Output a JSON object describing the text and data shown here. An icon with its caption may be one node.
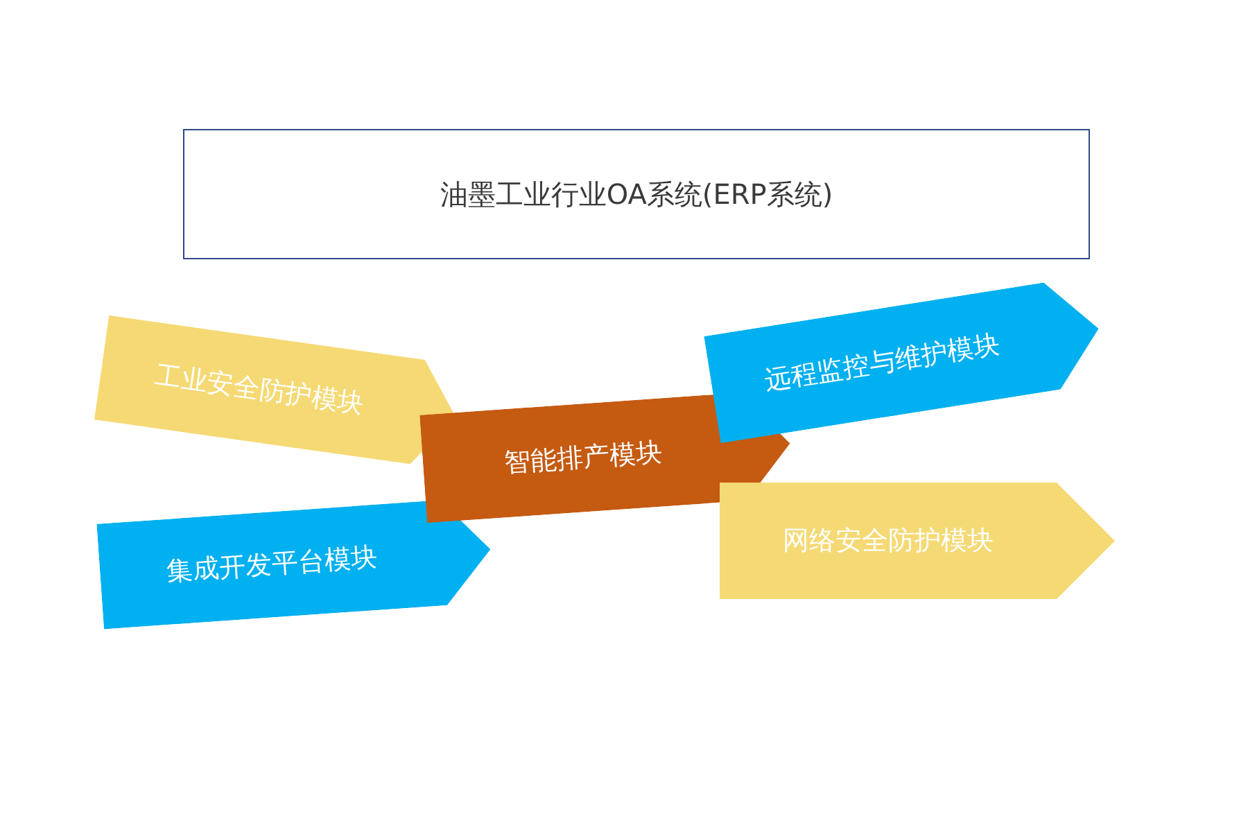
{
  "diagram": {
    "nodes": [
      {
        "text": [
          "油墨工业行业OA系统(ERP系统)"
        ]
      },
      {
        "text": [
          "工业安全防护模块"
        ]
      },
      {
        "text": [
          "集成开发平台模块"
        ]
      },
      {
        "text": [
          "智能排产模块"
        ]
      },
      {
        "text": [
          "远程监控与维护模块"
        ]
      },
      {
        "text": [
          "网络安全防护模块"
        ]
      }
    ]
  }
}
